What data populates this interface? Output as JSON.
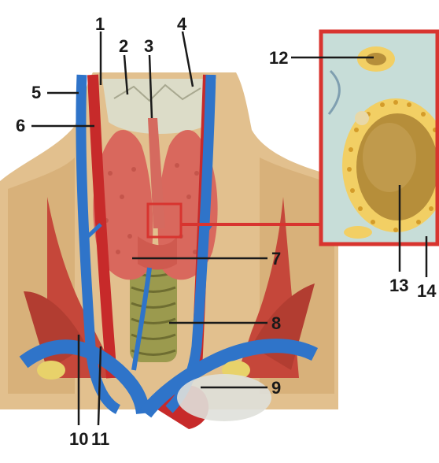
{
  "labels": {
    "l1": "1",
    "l2": "2",
    "l3": "3",
    "l4": "4",
    "l5": "5",
    "l6": "6",
    "l7": "7",
    "l8": "8",
    "l9": "9",
    "l10": "10",
    "l11": "11",
    "l12": "12",
    "l13": "13",
    "l14": "14"
  },
  "colors": {
    "background": "#ffffff",
    "skin": "#e2c08e",
    "muscle": "#c5473a",
    "thyroid": "#d9685d",
    "vein": "#2f74c9",
    "artery": "#c72a2a",
    "trachea": "#9b9a4e",
    "cartilage": "#dcdcc8",
    "inset_border": "#d8342f",
    "colloid": "#b68e3a",
    "follicle_cells": "#f2cf64",
    "stroma": "#c7ddd8"
  }
}
